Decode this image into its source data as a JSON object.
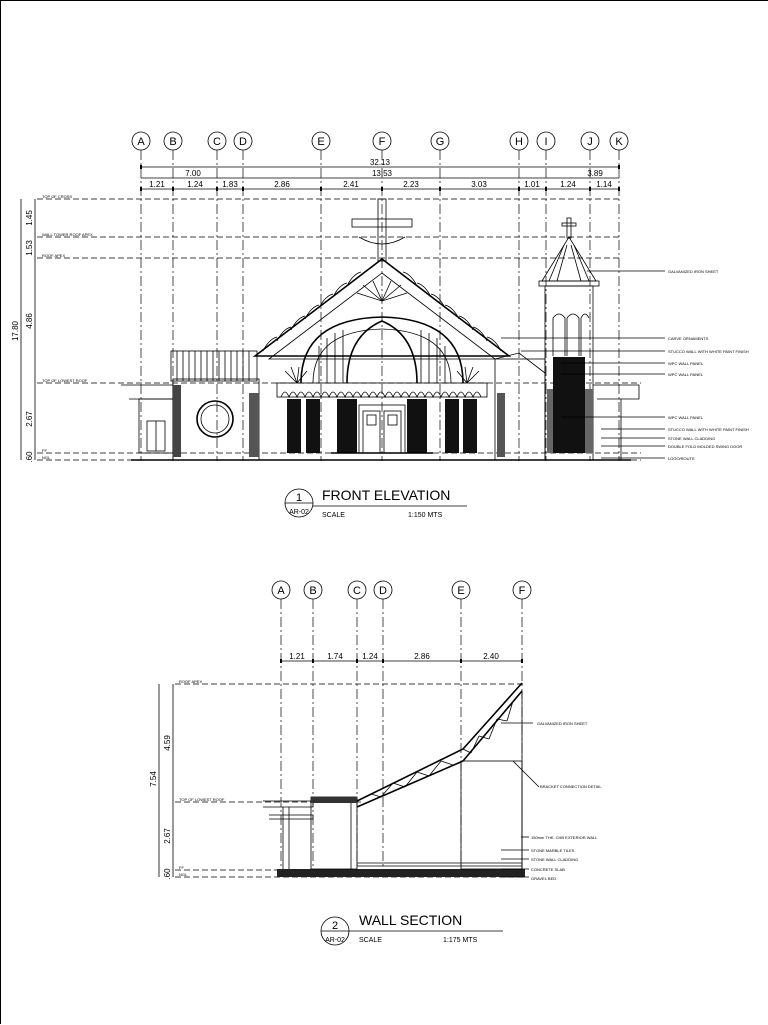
{
  "elevation": {
    "grid_labels": [
      "A",
      "B",
      "C",
      "D",
      "E",
      "F",
      "G",
      "H",
      "I",
      "J",
      "K"
    ],
    "overall_dim": "32.13",
    "dims_row1": [
      "7.00",
      "13.53",
      "3.89"
    ],
    "dims_row2": [
      "1.21",
      "1.24",
      "1.83",
      "2.86",
      "2.41",
      "2.23",
      "3.03",
      "1.01",
      "1.24",
      "1.14"
    ],
    "height_dims": [
      "1.45",
      "1.53",
      "4.86",
      "2.67",
      ".60"
    ],
    "total_height": "17.80",
    "level_labels": [
      "TOP OF CROSS",
      "WALL TOWER ROOF APEX",
      "ROOF APEX",
      "TOP OF LOWEST ROOF",
      "FF",
      "NGL"
    ],
    "notes": [
      "GALVANIZED IRON SHEET",
      "CARVE ORNAMENTS",
      "STUCCO WALL WITH WHITE PAINT FINISH",
      "WPC WALL PANEL",
      "WPC WALL PANEL",
      "WPC WALL PANEL",
      "STUCCO WALL WITH WHITE PAINT FINISH",
      "STONE WALL CLADDING",
      "DOUBLE FOLD MOLDED SWING DOOR",
      "LOGO/ROUTE"
    ],
    "title": {
      "number": "1",
      "sheet": "AR-02",
      "name": "FRONT ELEVATION",
      "scale_label": "SCALE",
      "scale": "1:150 MTS"
    }
  },
  "section": {
    "grid_labels": [
      "A",
      "B",
      "C",
      "D",
      "E",
      "F"
    ],
    "dims": [
      "1.21",
      "1.74",
      "1.24",
      "2.86",
      "2.40"
    ],
    "height_dims": [
      "4.59",
      "2.67",
      ".60"
    ],
    "total_height": "7.54",
    "level_labels": [
      "ROOF APEX",
      "TOP OF LOWEST ROOF",
      "FF",
      "NGL"
    ],
    "notes": [
      "GALVANIZED IRON SHEET",
      "BRACKET CONNECTION DETAIL",
      "150mm THK. CHB EXTERIOR WALL",
      "STONE MARBLE TILES",
      "STONE WALL CLADDING",
      "CONCRETE SLAB",
      "GRAVEL BED"
    ],
    "title": {
      "number": "2",
      "sheet": "AR-02",
      "name": "WALL SECTION",
      "scale_label": "SCALE",
      "scale": "1:175 MTS"
    }
  }
}
